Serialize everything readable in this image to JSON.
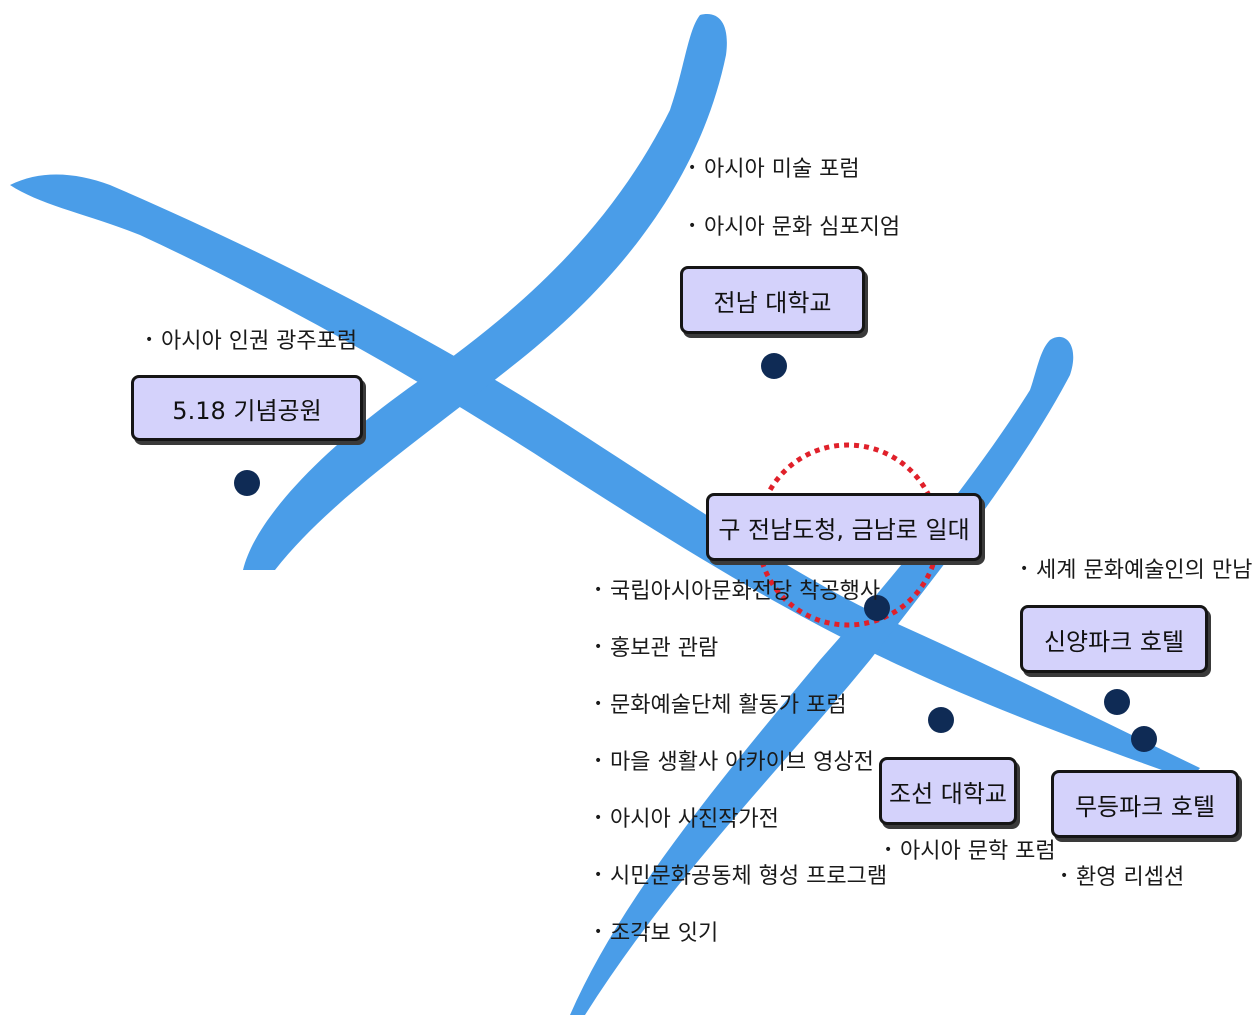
{
  "diagram": {
    "locations": {
      "memorial_park": "5.18 기념공원",
      "chonnam_univ": "전남 대학교",
      "old_provincial_office": "구 전남도청, 금남로 일대",
      "shinyang_park_hotel": "신양파크 호텔",
      "chosun_univ": "조선 대학교",
      "mudeung_park_hotel": "무등파크 호텔"
    },
    "events": {
      "memorial_park": [
        "아시아 인권 광주포럼"
      ],
      "chonnam_univ": [
        "아시아 미술 포럼",
        "아시아 문화 심포지엄"
      ],
      "old_provincial_office": [
        "국립아시아문화전당 착공행사",
        "홍보관 관람",
        "문화예술단체 활동가 포럼",
        "마을 생활사 아카이브 영상전",
        "아시아 사진작가전",
        "시민문화공동체 형성 프로그램",
        "조각보 잇기"
      ],
      "shinyang_park_hotel": [
        "세계 문화예술인의 만남"
      ],
      "chosun_univ": [
        "아시아 문학 포럼"
      ],
      "mudeung_park_hotel": [
        "환영 리셉션"
      ]
    },
    "bullet_glyph": "•",
    "colors": {
      "stroke_blue": "#4a9de8",
      "box_fill": "#d4d2fb",
      "box_border": "#151515",
      "marker_dot": "#0f2b55",
      "highlight_circle": "#e0202a"
    }
  }
}
